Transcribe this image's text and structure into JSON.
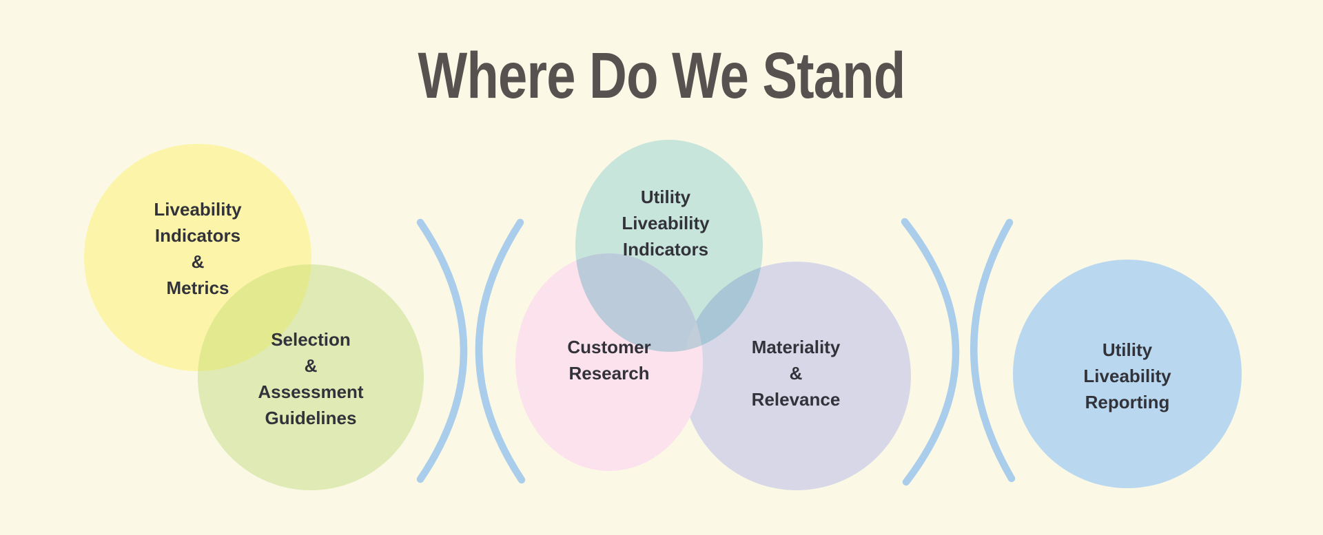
{
  "title": "Where Do We Stand",
  "colors": {
    "background": "#fbf9e6",
    "title_text": "#575150",
    "label_text": "#32323a",
    "separator": "#a9cdeb",
    "yellow_circle": "#fcf5a9",
    "green_circle": "#dfeab5",
    "yellow_green_overlap": "#e3e98e",
    "teal_circle": "#c8e5db",
    "pink_circle": "#fce2ec",
    "purple_circle": "#d8d7e8",
    "teal_pink_overlap": "#bccbd9",
    "teal_purple_overlap": "#a9c6d6",
    "triple_overlap": "#c2cdda",
    "blue_circle": "#b9d8ef"
  },
  "groups": {
    "left": {
      "yellow_label": "Liveability\nIndicators\n&\nMetrics",
      "green_label": "Selection\n&\nAssessment\nGuidelines"
    },
    "middle": {
      "teal_label": "Utility\nLiveability\nIndicators",
      "pink_label": "Customer\nResearch",
      "purple_label": "Materiality\n&\nRelevance"
    },
    "right": {
      "blue_label": "Utility\nLiveability\nReporting"
    }
  }
}
